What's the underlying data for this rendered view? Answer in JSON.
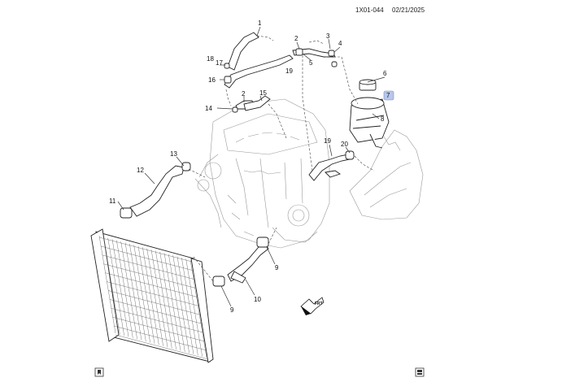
{
  "header": {
    "code": "1X01-044",
    "date": "02/21/2025"
  },
  "callouts": [
    {
      "label": "1"
    },
    {
      "label": "2"
    },
    {
      "label": "3"
    },
    {
      "label": "4"
    },
    {
      "label": "5"
    },
    {
      "label": "19"
    },
    {
      "label": "17"
    },
    {
      "label": "18"
    },
    {
      "label": "16"
    },
    {
      "label": "6"
    },
    {
      "label": "7"
    },
    {
      "label": "8"
    },
    {
      "label": "2"
    },
    {
      "label": "15"
    },
    {
      "label": "14"
    },
    {
      "label": "19"
    },
    {
      "label": "20"
    },
    {
      "label": "13"
    },
    {
      "label": "12"
    },
    {
      "label": "11"
    },
    {
      "label": "9"
    },
    {
      "label": "10"
    },
    {
      "label": "9"
    }
  ],
  "fwd_label": "FRT",
  "footer": {
    "left_icon": "bookmark-icon",
    "right_icon": "gallery-icon"
  }
}
